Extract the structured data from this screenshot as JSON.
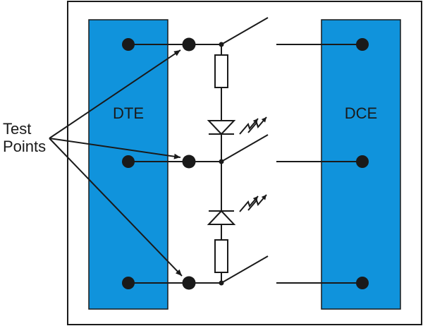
{
  "dte": {
    "label": "DTE",
    "color": "#1093dc"
  },
  "dce": {
    "label": "DCE",
    "color": "#1093dc"
  },
  "annotation": {
    "line1": "Test",
    "line2": "Points"
  },
  "colors": {
    "ink": "#1a1a1a",
    "frame": "#1a1a1a",
    "background": "#ffffff"
  }
}
